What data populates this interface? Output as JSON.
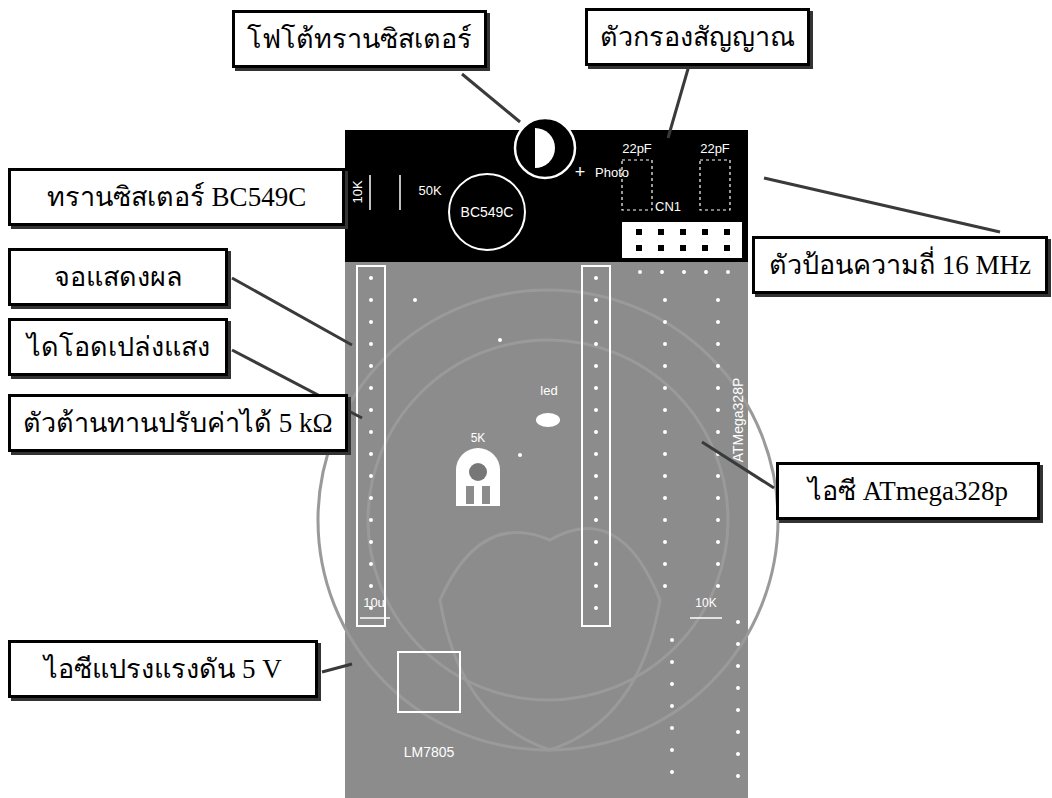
{
  "diagram": {
    "nodes": [
      {
        "text": [
          "โฟโต้ทรานซิสเตอร์"
        ]
      },
      {
        "text": [
          "ตัวกรองสัญญาณ"
        ]
      },
      {
        "text": [
          "ทรานซิสเตอร์ BC549C"
        ]
      },
      {
        "text": [
          "ตัวป้อนความถี่ 16 MHz"
        ]
      },
      {
        "text": [
          "จอแสดงผล"
        ]
      },
      {
        "text": [
          "ไดโอดเปล่งแสง"
        ]
      },
      {
        "text": [
          "ตัวต้านทานปรับค่าได้ 5 kΩ"
        ]
      },
      {
        "text": [
          "ไอซี ATmega328p"
        ]
      },
      {
        "text": [
          "ไอซีแปรงแรงดัน 5 V"
        ]
      }
    ],
    "labels": [
      "10K",
      "50K",
      "BC549C",
      "+",
      "Photo",
      "22pF",
      "22pF",
      "CN1",
      "led",
      "5K",
      "10u",
      "LM7805",
      "ATMega328P",
      "10K"
    ]
  }
}
